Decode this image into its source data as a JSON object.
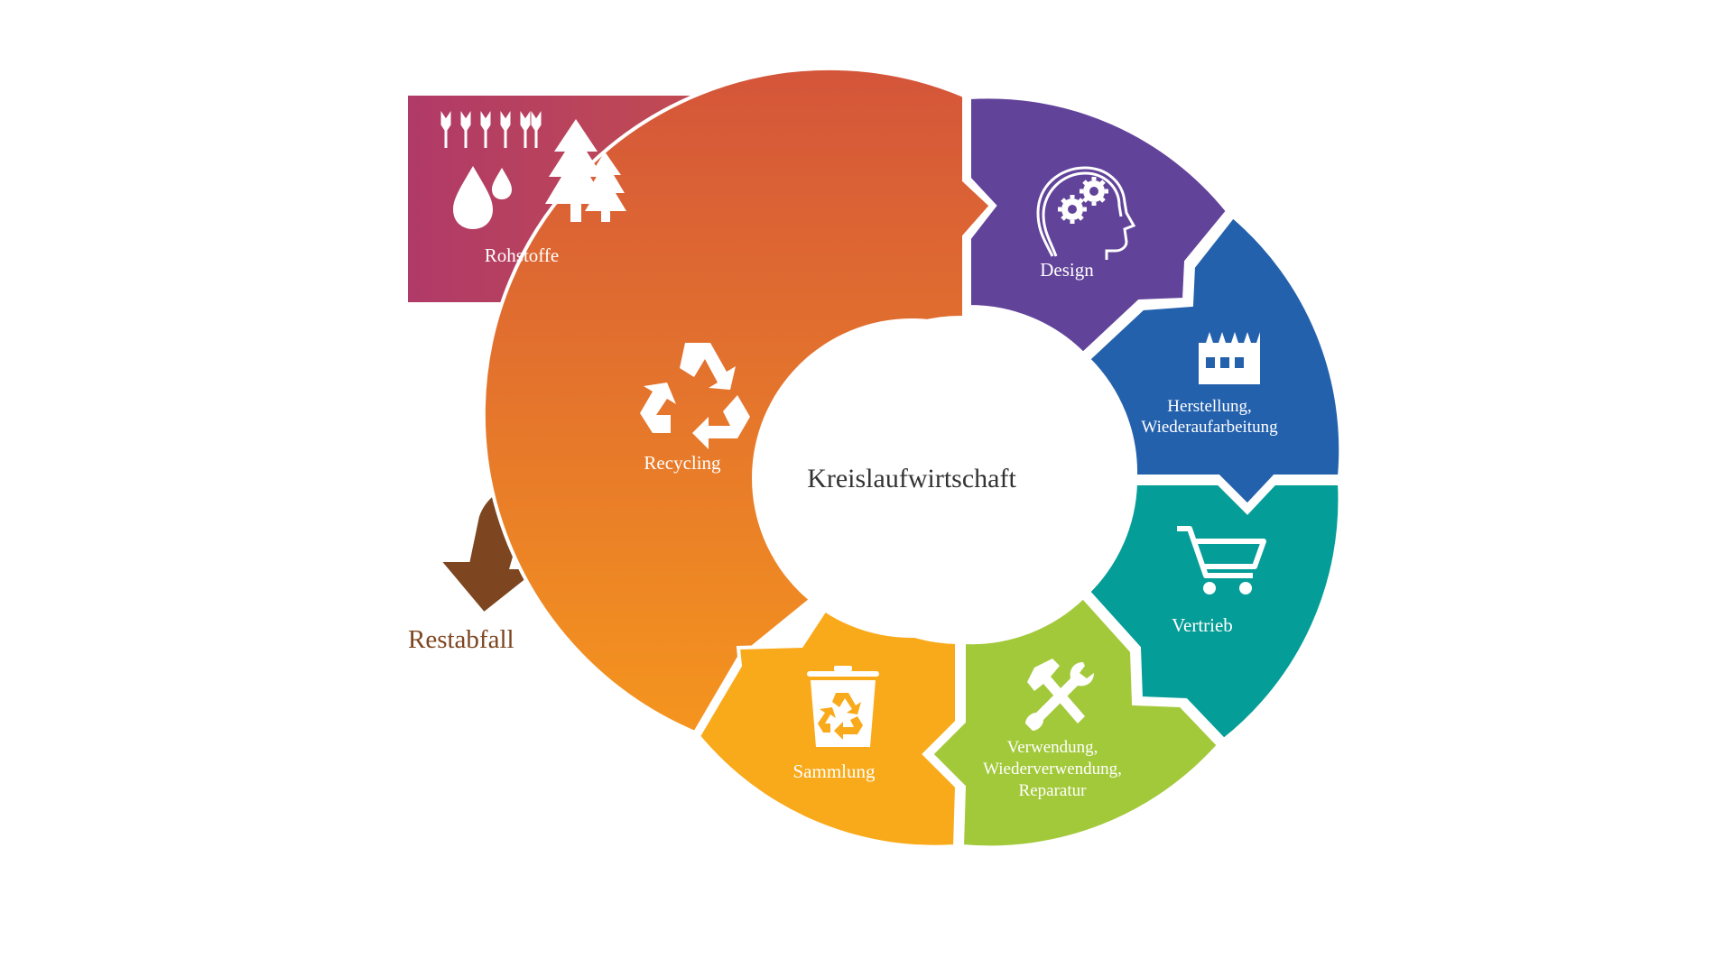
{
  "center": {
    "label": "Kreislaufwirtschaft"
  },
  "raw_materials": {
    "label": "Rohstoffe",
    "color_start": "#b03a68",
    "color_end": "#d15a3c"
  },
  "residual_waste": {
    "label": "Restabfall",
    "color": "#7d4520"
  },
  "stages": [
    {
      "id": "recycling",
      "lines": [
        "Recycling"
      ],
      "icon": "recycle-icon",
      "color_top": "#d4553a",
      "color_bottom": "#f5951e"
    },
    {
      "id": "design",
      "lines": [
        "Design"
      ],
      "icon": "head-gears-icon",
      "color": "#62439a"
    },
    {
      "id": "herstellung",
      "lines": [
        "Herstellung,",
        "Wiederaufarbeitung"
      ],
      "icon": "factory-icon",
      "color": "#2461ad"
    },
    {
      "id": "vertrieb",
      "lines": [
        "Vertrieb"
      ],
      "icon": "shopping-cart-icon",
      "color": "#059d97"
    },
    {
      "id": "verwendung",
      "lines": [
        "Verwendung,",
        "Wiederverwendung,",
        "Reparatur"
      ],
      "icon": "tools-icon",
      "color": "#a2c93a"
    },
    {
      "id": "sammlung",
      "lines": [
        "Sammlung"
      ],
      "icon": "recycling-bin-icon",
      "color": "#f9aa1a"
    }
  ]
}
